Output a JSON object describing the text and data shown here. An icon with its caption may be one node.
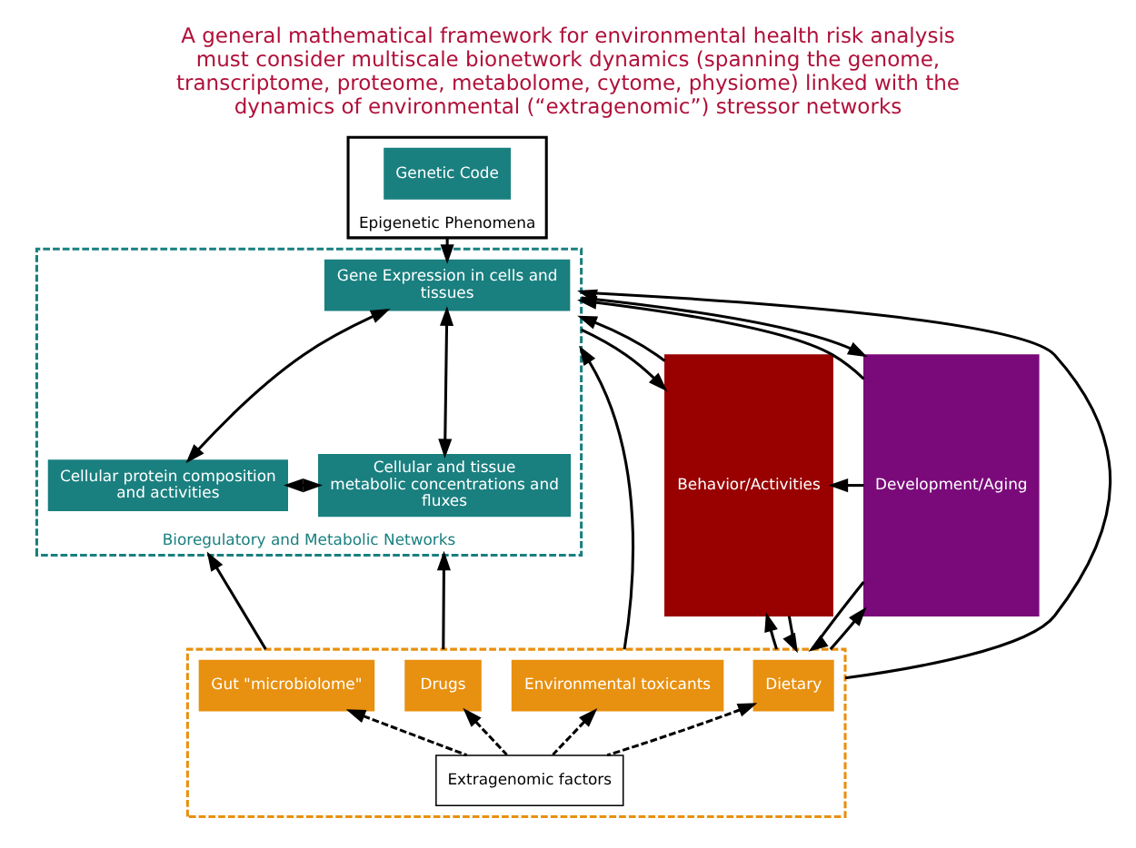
{
  "diagram": {
    "title": "A general mathematical framework for environmental health risk analysis must consider multiscale bionetwork dynamics (spanning the genome, transcriptome, proteome, metabolome, cytome, physiome) linked with the dynamics of environmental (“extragenomic”) stressor networks",
    "nodes": [
      {
        "text": [
          "Development/Aging"
        ]
      },
      {
        "text": [
          "Bioregulatory and Metabolic Networks"
        ]
      },
      {
        "text": [
          "Epigenetic Phenomena"
        ]
      },
      {
        "text": [
          "Genetic Code"
        ],
        "in": 2
      },
      {
        "text": [
          "Gene Expression in cells and tissues"
        ],
        "in": 1
      },
      {
        "text": [
          "Cellular protein composition and activities"
        ],
        "in": 1
      },
      {
        "text": [
          "Cellular and tissue metabolic concentrations and fluxes"
        ],
        "in": 1
      },
      {
        "text": [],
        "shape": "box"
      },
      {
        "text": [
          "Dietary"
        ],
        "in": 7
      },
      {
        "text": [
          "Gut \"microbiolome\""
        ],
        "in": 7
      },
      {
        "text": [
          "Drugs"
        ],
        "in": 7
      },
      {
        "text": [
          "Environmental toxicants"
        ],
        "in": 7
      },
      {
        "text": [
          "Extragenomic factors"
        ],
        "in": 7
      },
      {
        "text": [
          "Behavior/Activities"
        ]
      }
    ],
    "edges": [
      {
        "from": 2,
        "to": 4,
        "arrow": "to"
      },
      {
        "from": 4,
        "to": 5,
        "arrow": "both"
      },
      {
        "from": 4,
        "to": 6,
        "arrow": "both"
      },
      {
        "from": 5,
        "to": 6,
        "arrow": "both"
      },
      {
        "from": 7,
        "to": 1,
        "arrow": "to"
      },
      {
        "from": 7,
        "to": 1,
        "arrow": "to"
      },
      {
        "from": 7,
        "to": 1,
        "arrow": "to"
      },
      {
        "from": 7,
        "to": 1,
        "arrow": "to"
      },
      {
        "from": 12,
        "to": 8,
        "arrow": "to",
        "style": "dashed"
      },
      {
        "from": 12,
        "to": 9,
        "arrow": "to",
        "style": "dashed"
      },
      {
        "from": 12,
        "to": 10,
        "arrow": "to",
        "style": "dashed"
      },
      {
        "from": 12,
        "to": 11,
        "arrow": "to",
        "style": "dashed"
      },
      {
        "from": 0,
        "to": 1,
        "arrow": "to"
      },
      {
        "from": 1,
        "to": 0,
        "arrow": "to"
      },
      {
        "from": 1,
        "to": 13,
        "arrow": "to"
      },
      {
        "from": 13,
        "to": 1,
        "arrow": "to"
      },
      {
        "from": 0,
        "to": 7,
        "arrow": "to"
      },
      {
        "from": 7,
        "to": 0,
        "arrow": "to"
      },
      {
        "from": 7,
        "to": 13,
        "arrow": "to"
      },
      {
        "from": 13,
        "to": 7,
        "arrow": "to"
      },
      {
        "from": 0,
        "to": 13,
        "arrow": "to"
      }
    ]
  }
}
